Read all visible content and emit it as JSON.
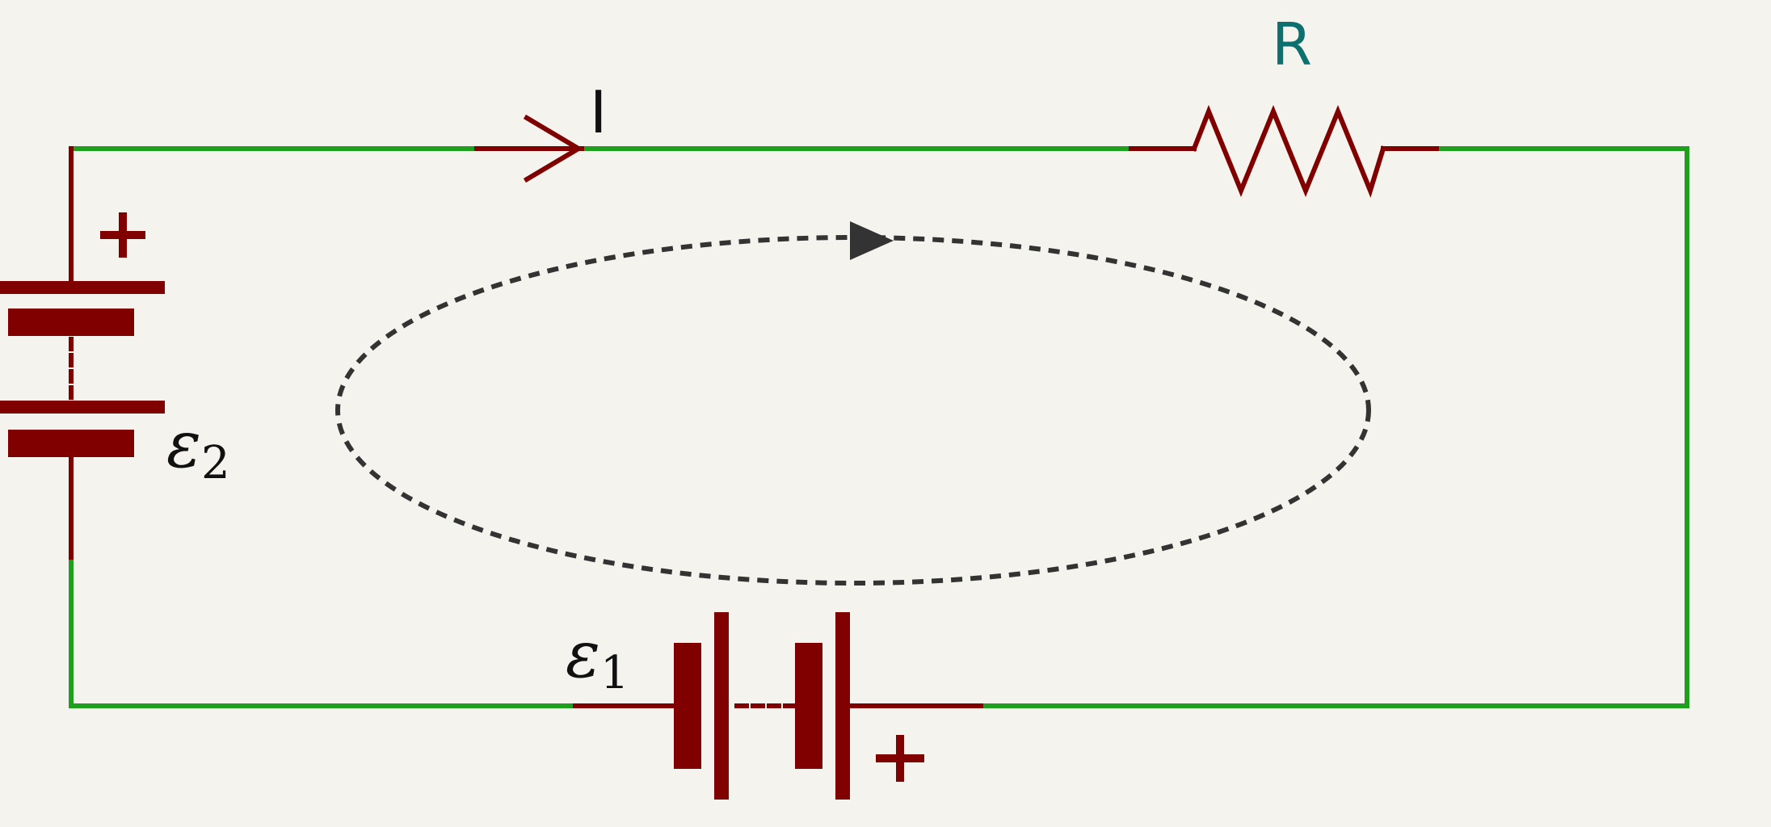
{
  "labels": {
    "current": "I",
    "resistor": "R",
    "emf2_symbol": "ε",
    "emf2_subscript": "2",
    "emf1_symbol": "ε",
    "emf1_subscript": "1",
    "plus": "+"
  },
  "colors": {
    "background": "#f4f3ee",
    "wire": "#1ea01e",
    "component": "#800000",
    "resistor_label": "#0e6f6f",
    "loop": "#333333",
    "text": "#111111"
  },
  "icons": {
    "current_arrow": "open-arrow-right",
    "loop_direction": "filled-triangle-right"
  }
}
